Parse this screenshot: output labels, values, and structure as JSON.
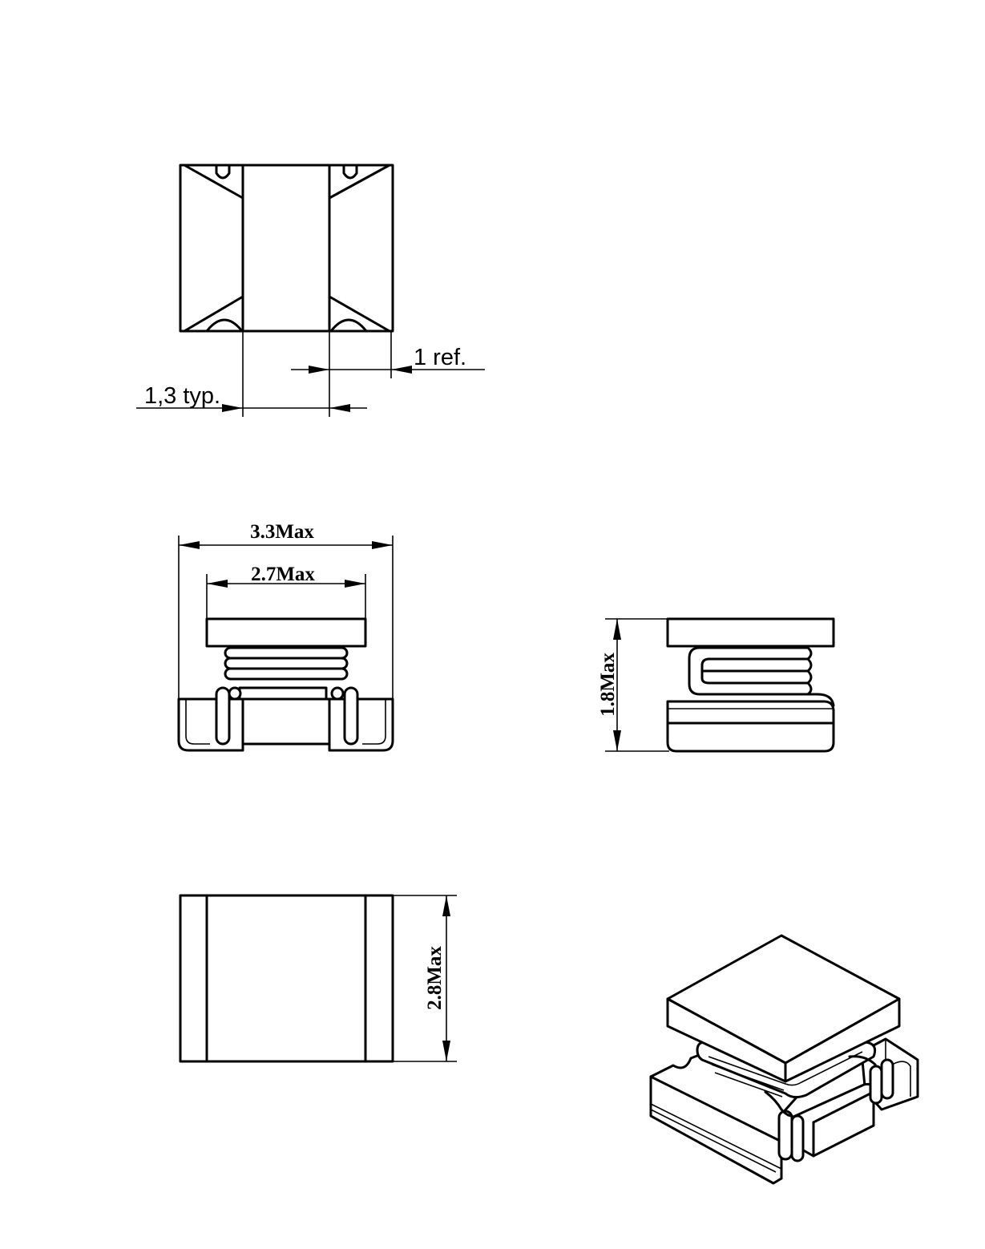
{
  "drawing": {
    "labels": {
      "ref": "1  ref.",
      "typ": "1,3  typ.",
      "width_max": "3.3Max",
      "core_max": "2.7Max",
      "height_max": "1.8Max",
      "length_max": "2.8Max"
    },
    "views": [
      "top-view",
      "front-view",
      "side-view",
      "bottom-view",
      "isometric-view"
    ]
  }
}
